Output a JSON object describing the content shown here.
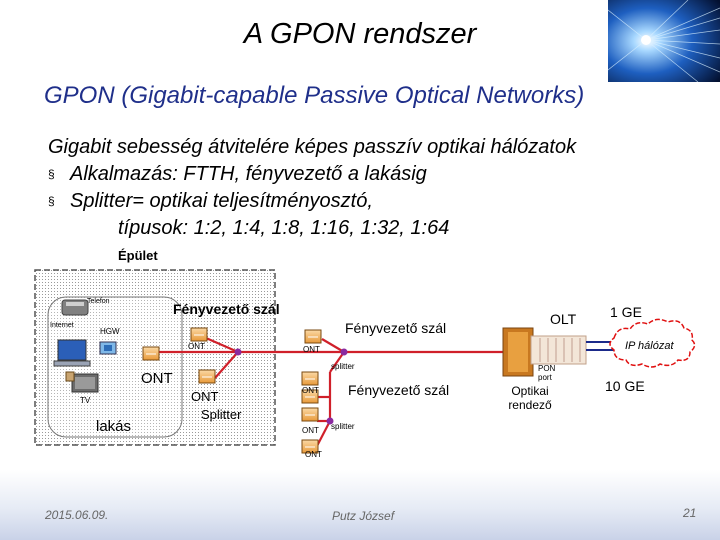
{
  "slide": {
    "title": "A GPON rendszer",
    "subtitle": "GPON (Gigabit-capable Passive Optical Networks)",
    "body": {
      "line1": "Gigabit sebesség átvitelére képes passzív optikai hálózatok",
      "bullet1": "Alkalmazás: FTTH, fényvezető a lakásig",
      "bullet2": "Splitter= optikai teljesítményosztó,",
      "line4": "típusok: 1:2, 1:4, 1:8, 1:16, 1:32, 1:64"
    },
    "bullet_char": "§"
  },
  "diagram": {
    "building_label": "Épület",
    "telefon": "Telefon",
    "internet": "Internet",
    "hgw": "HGW",
    "tv": "TV",
    "lakas": "lakás",
    "fenyvezeto_szal_1": "Fényvezető szál",
    "fenyvezeto_szal_2": "Fényvezető szál",
    "fenyvezeto_szal_3": "Fényvezető szál",
    "ont_small_1": "ONT",
    "ont_small_2": "ONT",
    "ont_small_3": "ONT",
    "ont_small_4": "ONT",
    "ont_small_5": "ONT",
    "ont_large": "ONT",
    "ont_large_2": "ONT",
    "splitter_building": "Splitter",
    "splitter_1": "splitter",
    "splitter_2": "splitter",
    "olt": "OLT",
    "pon_port": "PON port",
    "optikai_rendezo": "Optikai rendező",
    "one_ge": "1 GE",
    "ten_ge": "10 GE",
    "ip_network": "IP hálózat"
  },
  "footer": {
    "date": "2015.06.09.",
    "author": "Putz József",
    "page": "21"
  },
  "colors": {
    "subtitle": "#1f2f8a",
    "ont_orange": "#e0901c",
    "fiber_red": "#d0202a",
    "fiber_purple": "#8a2aa0",
    "cloud_border": "#e01010"
  }
}
